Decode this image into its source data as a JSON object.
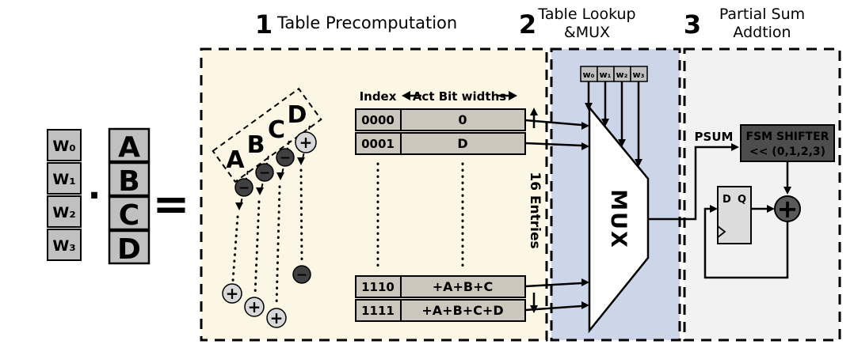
{
  "colors": {
    "section1_fill": "#FBF7E4",
    "section2_fill": "#CDD5E8",
    "section3_fill": "#F2F2F2",
    "cell_fill": "#CBC7BC",
    "box_fill": "#C0C0C0",
    "dark_fill": "#4D4D4D",
    "adder_fill": "#595959",
    "ff_fill": "#DCDCDC",
    "minus_fill": "#404040",
    "plus_fill": "#D8D8D8",
    "mux_fill": "#FFFFFF"
  },
  "headers": {
    "step1": {
      "number": "1",
      "title": "Table Precomputation"
    },
    "step2": {
      "number": "2",
      "title_line1": "Table Lookup",
      "title_line2": "&MUX"
    },
    "step3": {
      "number": "3",
      "title_line1": "Partial Sum",
      "title_line2": "Addtion"
    }
  },
  "expression": {
    "weights": [
      "W₀",
      "W₁",
      "W₂",
      "W₃"
    ],
    "dot": "·",
    "activations": [
      "A",
      "B",
      "C",
      "D"
    ],
    "equals": "="
  },
  "precomputation": {
    "diagonal_letters": [
      "A",
      "B",
      "C",
      "D"
    ],
    "top_signs": [
      "−",
      "−",
      "−",
      "+"
    ],
    "bottom_signs": [
      "+",
      "+",
      "+",
      "−"
    ],
    "table": {
      "index_header": "Index",
      "widths_header": "Act Bit widths",
      "rows": [
        {
          "index": "0000",
          "value": "0"
        },
        {
          "index": "0001",
          "value": "D"
        },
        {
          "index": "1110",
          "value": "+A+B+C"
        },
        {
          "index": "1111",
          "value": "+A+B+C+D"
        }
      ]
    },
    "entries_label": "16 Entries"
  },
  "lookup": {
    "weight_boxes": [
      "w₀",
      "w₁",
      "w₂",
      "w₃"
    ],
    "mux_label": "MUX"
  },
  "partial_sum": {
    "psum_label": "PSUM",
    "shifter_line1": "FSM SHIFTER",
    "shifter_line2": "<< (0,1,2,3)",
    "ff_d": "D",
    "ff_q": "Q",
    "adder": "+"
  }
}
